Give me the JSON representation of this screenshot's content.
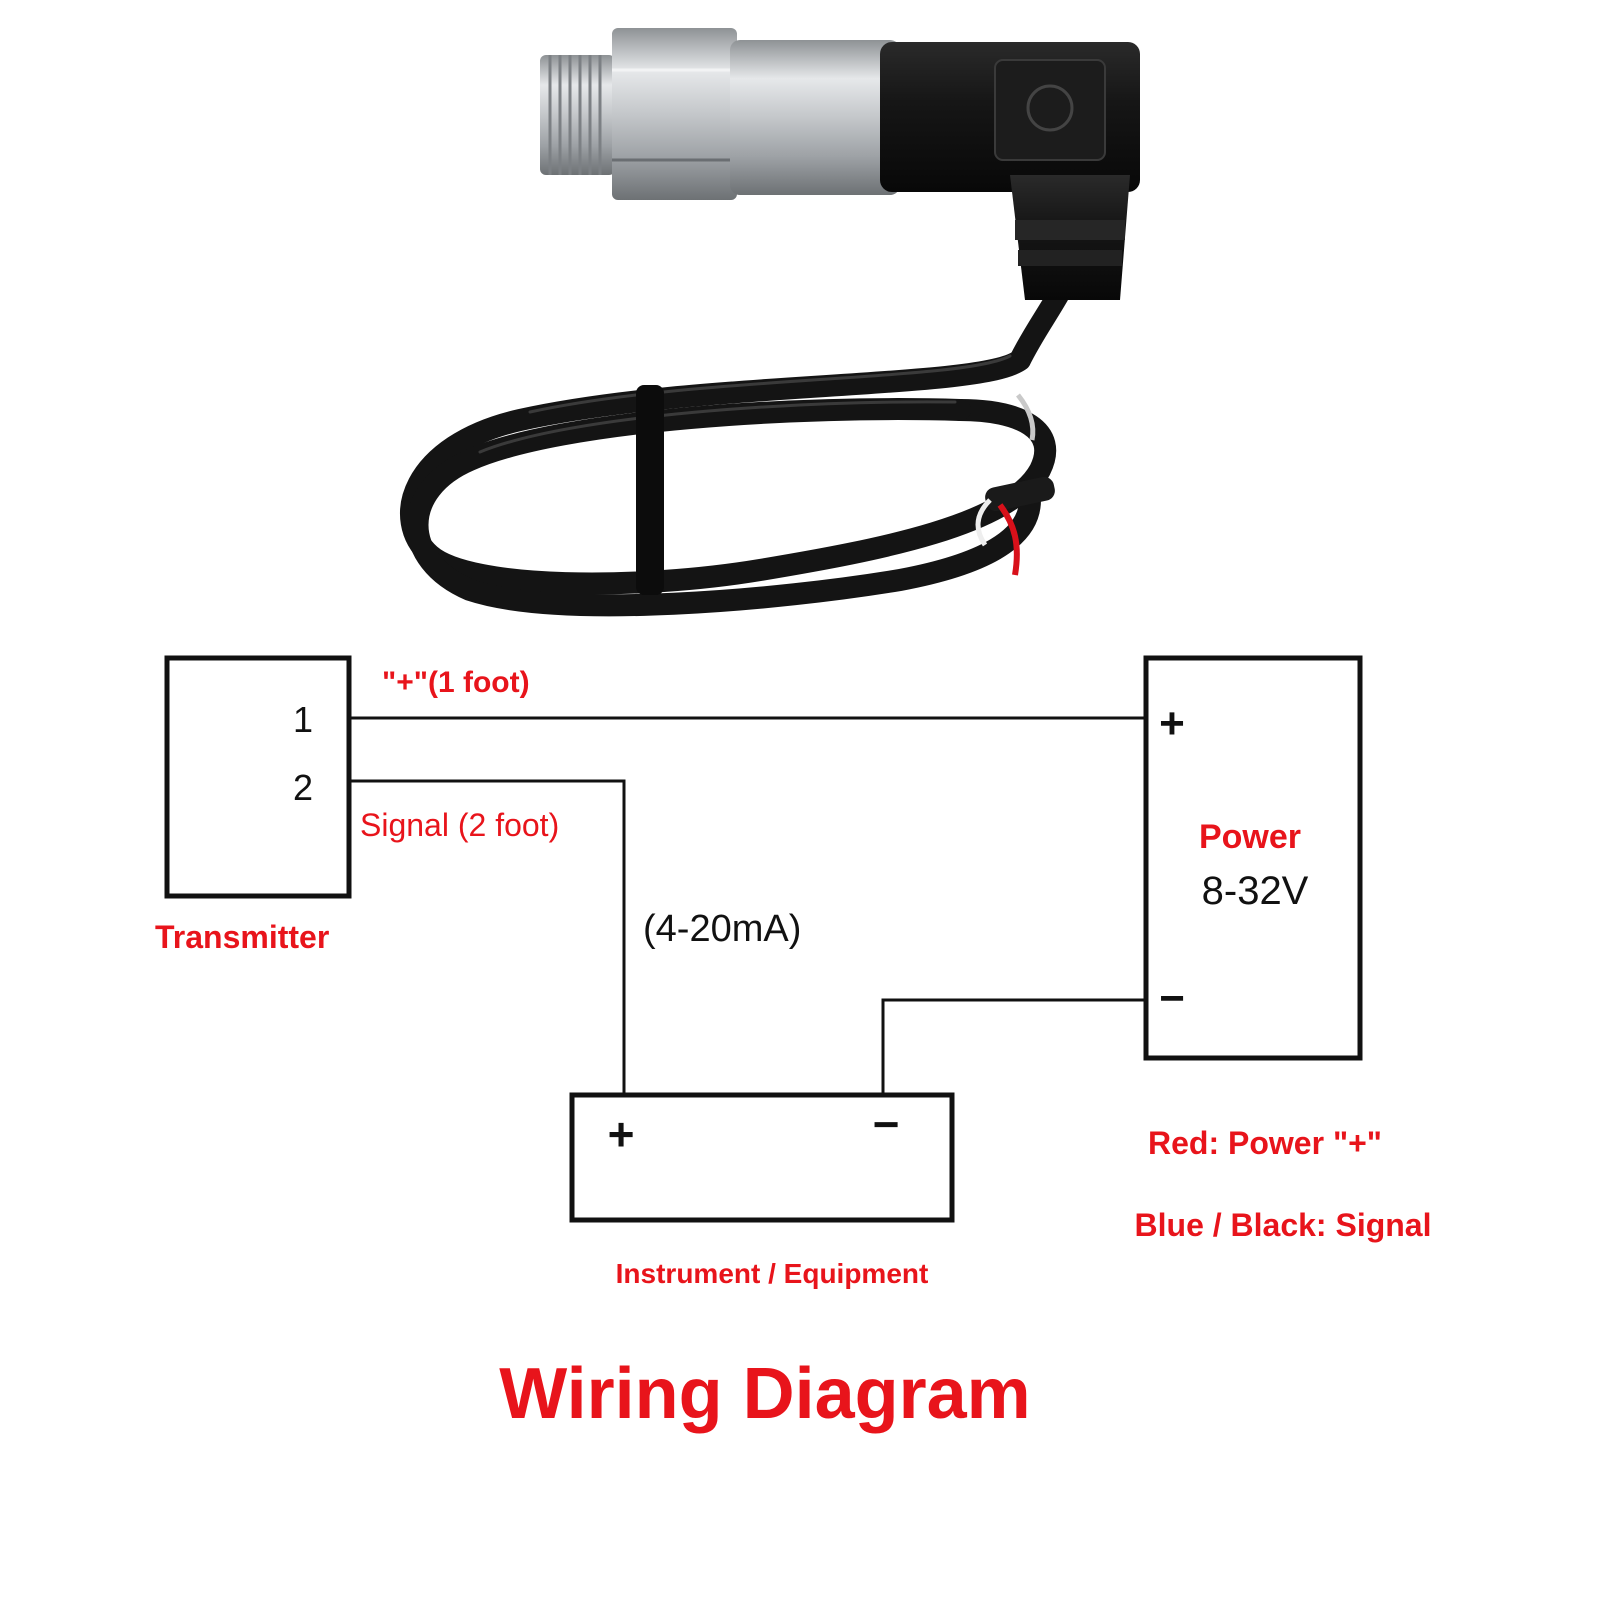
{
  "colors": {
    "label_red": "#e8141b",
    "line_black": "#111111",
    "steel": "#b9bcbf",
    "cable": "#151515",
    "wire_red": "#d8101a"
  },
  "product": {
    "icon": "pressure-transmitter-photo"
  },
  "diagram": {
    "transmitter": {
      "label": "Transmitter",
      "pin1": "1",
      "pin2": "2"
    },
    "wire_plus_label": "\"+\"(1 foot)",
    "wire_signal_label": "Signal (2 foot)",
    "current_label": "(4-20mA)",
    "power": {
      "label": "Power",
      "voltage": "8-32V",
      "plus": "+",
      "minus": "−"
    },
    "instrument": {
      "label": "Instrument / Equipment",
      "plus": "+",
      "minus": "−"
    },
    "legend": {
      "red": "Red: Power \"+\"",
      "blue_black": "Blue / Black: Signal"
    },
    "title": "Wiring Diagram"
  }
}
